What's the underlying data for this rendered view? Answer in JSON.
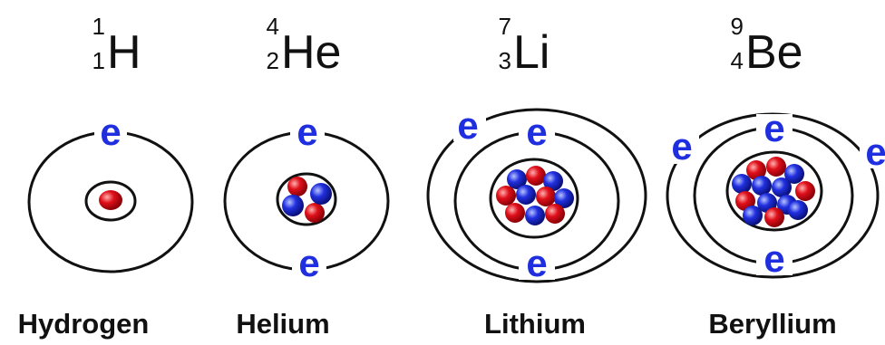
{
  "atoms": [
    {
      "name": "Hydrogen",
      "element": "H",
      "mass": "1",
      "atomic": "1",
      "electron_label": "e"
    },
    {
      "name": "Helium",
      "element": "He",
      "mass": "4",
      "atomic": "2",
      "electron_label": "e"
    },
    {
      "name": "Lithium",
      "element": "Li",
      "mass": "7",
      "atomic": "3",
      "electron_label": "e"
    },
    {
      "name": "Beryllium",
      "element": "Be",
      "mass": "9",
      "atomic": "4",
      "electron_label": "e"
    }
  ],
  "colors": {
    "proton": "#e0101a",
    "neutron": "#2130e0",
    "orbit": "#111111",
    "electron": "#1f2fe0"
  }
}
